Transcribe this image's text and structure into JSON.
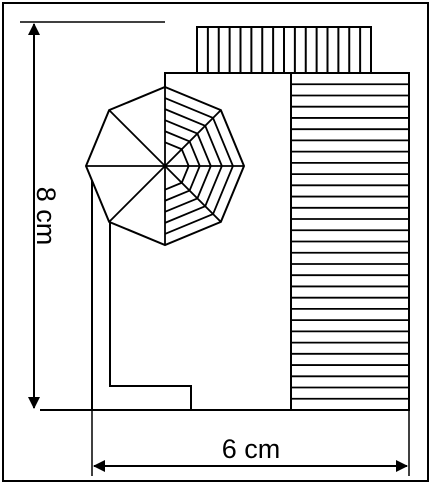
{
  "diagram": {
    "dimension_vertical": {
      "label": "8 cm",
      "value": 8,
      "unit": "cm"
    },
    "dimension_horizontal": {
      "label": "6 cm",
      "value": 6,
      "unit": "cm"
    },
    "colors": {
      "stroke": "#000000",
      "background": "#ffffff"
    },
    "parts": {
      "top_grille_slats": 16,
      "right_stripes": 30,
      "octagon_sides": 8,
      "nested_segment_rings": 5
    }
  }
}
